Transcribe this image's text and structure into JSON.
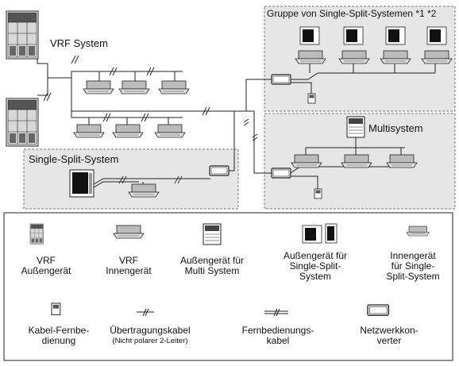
{
  "zones": {
    "group_single_split": "Gruppe von Single-Split-Systemen *1 *2",
    "multisystem": "Multisystem",
    "single_split": "Single-Split-System",
    "vrf": "VRF System"
  },
  "legend": {
    "vrf_outdoor": [
      "VRF",
      "Außengerät"
    ],
    "vrf_indoor": [
      "VRF",
      "Innengerät"
    ],
    "multi_outdoor": [
      "Außengerät für",
      "Multi System"
    ],
    "single_outdoor": [
      "Außengerät für",
      "Single-Split-",
      "System"
    ],
    "single_indoor": [
      "Innengerät",
      "für Single-",
      "Split-System"
    ],
    "remote": [
      "Kabel-Fernbe-",
      "dienung"
    ],
    "transmission_cable": [
      "Übertragungskabel",
      "(Nicht polarer 2-Leiter)"
    ],
    "remote_cable": [
      "Fernbedienungs-",
      "kabel"
    ],
    "network_converter": [
      "Netzwerkkon-",
      "verter"
    ]
  },
  "colors": {
    "zone_fill": "#e6e6e6",
    "zone_border": "#777777",
    "unit_gray": "#b8b8b8",
    "unit_dark": "#444444"
  }
}
